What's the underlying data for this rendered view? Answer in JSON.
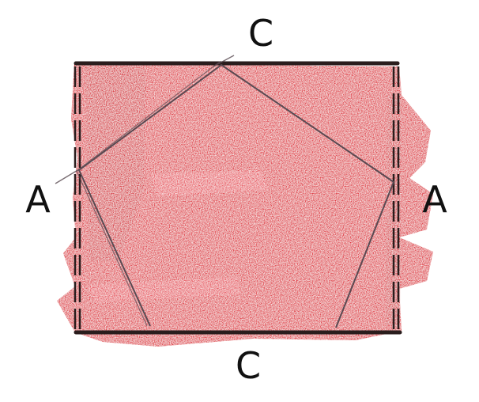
{
  "labels": {
    "top": "C",
    "bottom": "C",
    "left": "A",
    "right": "A"
  },
  "colors": {
    "fill": "#e0303c",
    "fill_light": "#ef6a72",
    "fill_dark": "#c81e2c",
    "border": "#2a1d1d",
    "pencil": "#5a4a52",
    "background": "#ffffff"
  }
}
